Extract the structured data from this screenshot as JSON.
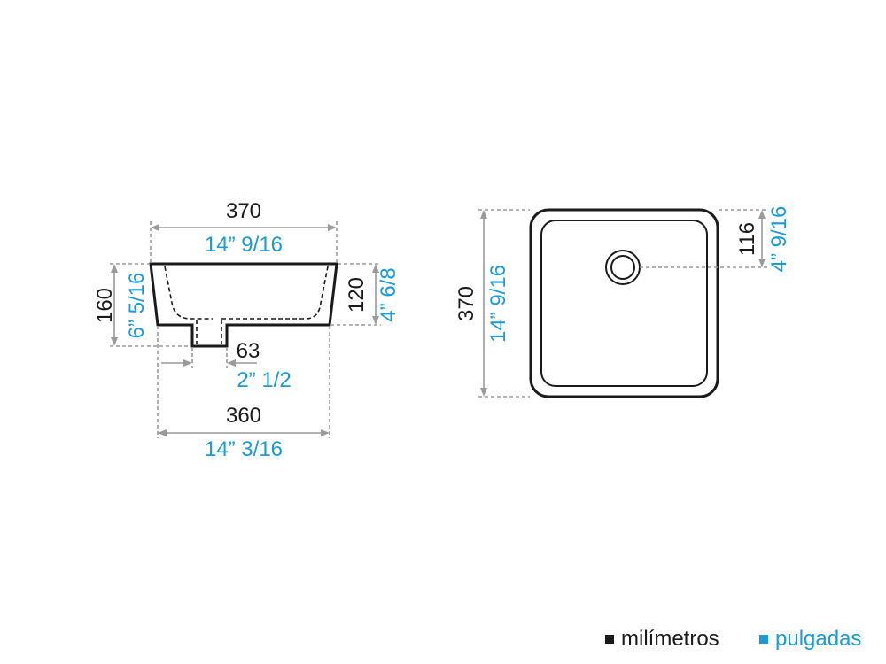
{
  "side_view": {
    "top_width": {
      "mm": "370",
      "in": "14” 9/16"
    },
    "bottom_width": {
      "mm": "360",
      "in": "14” 3/16"
    },
    "drain_width": {
      "mm": "63",
      "in": "2” 1/2"
    },
    "total_height": {
      "mm": "160",
      "in": "6” 5/16"
    },
    "bowl_height": {
      "mm": "120",
      "in": "4” 6/8"
    }
  },
  "top_view": {
    "depth": {
      "mm": "370",
      "in": "14” 9/16"
    },
    "drain_offset": {
      "mm": "116",
      "in": "4” 9/16"
    }
  },
  "legend": {
    "mm_label": "milímetros",
    "in_label": "pulgadas",
    "mm_color": "#1a1a1a",
    "in_color": "#1a9ad6"
  }
}
